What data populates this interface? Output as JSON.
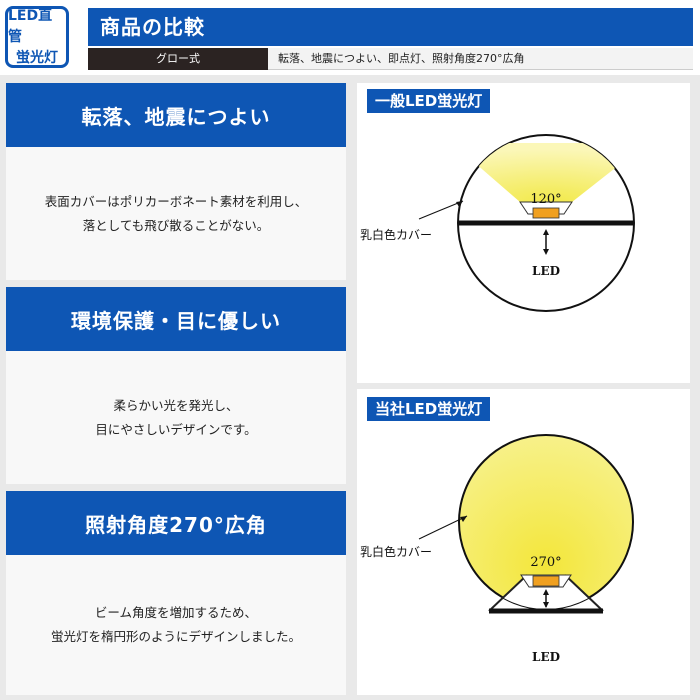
{
  "badge": {
    "line1": "LED直管",
    "line2": "蛍光灯"
  },
  "header": {
    "title": "商品の比較",
    "sub_left": "グロー式",
    "sub_right": "転落、地震につよい、即点灯、照射角度270°広角"
  },
  "features": [
    {
      "title": "転落、地震につよい",
      "lines": [
        "表面カバーはポリカーボネート素材を利用し、",
        "落としても飛び散ることがない。"
      ]
    },
    {
      "title": "環境保護・目に優しい",
      "lines": [
        "柔らかい光を発光し、",
        "目にやさしいデザインです。"
      ]
    },
    {
      "title": "照射角度270°広角",
      "lines": [
        "ビーム角度を増加するため、",
        "蛍光灯を楕円形のようにデザインしました。"
      ]
    }
  ],
  "panels": [
    {
      "label": "一般LED蛍光灯",
      "angle": "120°",
      "cover": "乳白色カバー",
      "led": "LED"
    },
    {
      "label": "当社LED蛍光灯",
      "angle": "270°",
      "cover": "乳白色カバー",
      "led": "LED"
    }
  ],
  "colors": {
    "accent": "#0e56b4",
    "dark": "#2b2322",
    "light_yellow": "#f6ef6a",
    "chip": "#f0a020"
  }
}
